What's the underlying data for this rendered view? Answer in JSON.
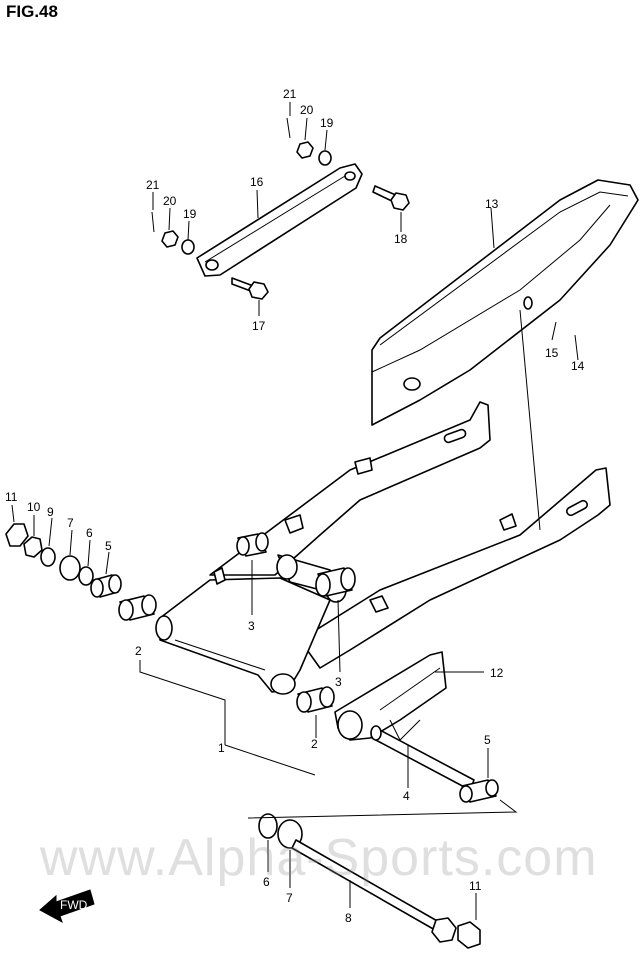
{
  "figure": {
    "title": "FIG.48"
  },
  "watermark": {
    "text": "www.Alpha-Sports.com"
  },
  "fwd_arrow": {
    "label": "FWD"
  },
  "callouts": {
    "c1": "1",
    "c2a": "2",
    "c2b": "2",
    "c3a": "3",
    "c3b": "3",
    "c4": "4",
    "c5a": "5",
    "c5b": "5",
    "c6a": "6",
    "c6b": "6",
    "c7a": "7",
    "c7b": "7",
    "c8": "8",
    "c9": "9",
    "c10": "10",
    "c11a": "11",
    "c11b": "11",
    "c12": "12",
    "c13": "13",
    "c14": "14",
    "c15": "15",
    "c16": "16",
    "c17": "17",
    "c18": "18",
    "c19a": "19",
    "c19b": "19",
    "c20a": "20",
    "c20b": "20",
    "c21a": "21",
    "c21b": "21"
  }
}
